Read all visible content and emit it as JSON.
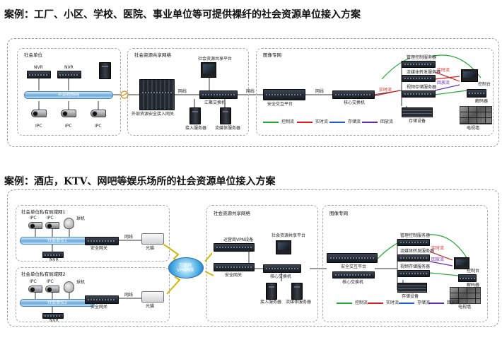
{
  "case1": {
    "title": "案例：工厂、小区、学校、医院、事业单位等可提供裸纤的社会资源单位接入方案",
    "zone_social_unit": "社会单位",
    "zone_share_net": "社会资源共享网络",
    "zone_image_net": "图像专网",
    "nvr": "NVR",
    "ipc": "IPC",
    "bar_label": "外部视频网",
    "access_gateway": "外部资源安全接入网关",
    "share_platform": "社会资源共享平台",
    "agg_switch": "汇聚交换机",
    "access_server": "接入服务器",
    "stream_server": "流媒体服务器",
    "fiber": "网线",
    "security_platform": "安全交互平台",
    "core_switch": "核心交换机",
    "mgmt_server": "管理控制服务器",
    "stream_fwd_server": "流媒体转发服务器",
    "video_storage_server": "视频存储服务器",
    "storage_device": "存储设备",
    "control_station": "控制台",
    "decoder": "解码器",
    "tv_wall": "电视墙",
    "realtime_stream": "实时流",
    "control_stream": "控制流",
    "storage_stream": "存储流",
    "playback_stream": "回放流"
  },
  "case2": {
    "title": "案例：酒店，KTV、网吧等娱乐场所的社会资源单位接入方案",
    "zone_private1": "社会单位私有局域网1",
    "zone_private2": "社会单位私有局域网2",
    "zone_share_net": "社会资源共享网络",
    "zone_image_net": "图像专网",
    "ipc": "IPC",
    "ball_cam": "球机",
    "nvr": "NVR",
    "bar1": "社会单位1",
    "bar2": "社会单位2",
    "security_gateway": "安全网关",
    "optical_modem": "光猫",
    "cloud_label": "互联网 VPN网络",
    "vpn_device": "运营商VPN设备",
    "share_platform": "社会资源共享平台",
    "core_switch": "核心交换机",
    "access_server": "接入服务器",
    "stream_server": "流媒体服务器",
    "security_platform": "安全交互平台",
    "mgmt_server": "管理控制服务器",
    "stream_fwd_server": "流媒体转发服务器",
    "video_storage_server": "视频存储服务器",
    "storage_device": "存储设备",
    "control_station": "控制台",
    "decoder": "解码器",
    "tv_wall": "电视墙",
    "fiber": "网线",
    "realtime_stream": "实时流",
    "control_stream": "控制流",
    "storage_stream": "存储流",
    "playback_stream": "回放流"
  },
  "colors": {
    "control": "#22aa33",
    "realtime": "#d81e1e",
    "storage": "#1f5fd0",
    "playback": "#6a2ab0",
    "fiber_line": "#333333",
    "bar_blue": "#6aa8d8",
    "optic_orange": "#e08a1c"
  }
}
